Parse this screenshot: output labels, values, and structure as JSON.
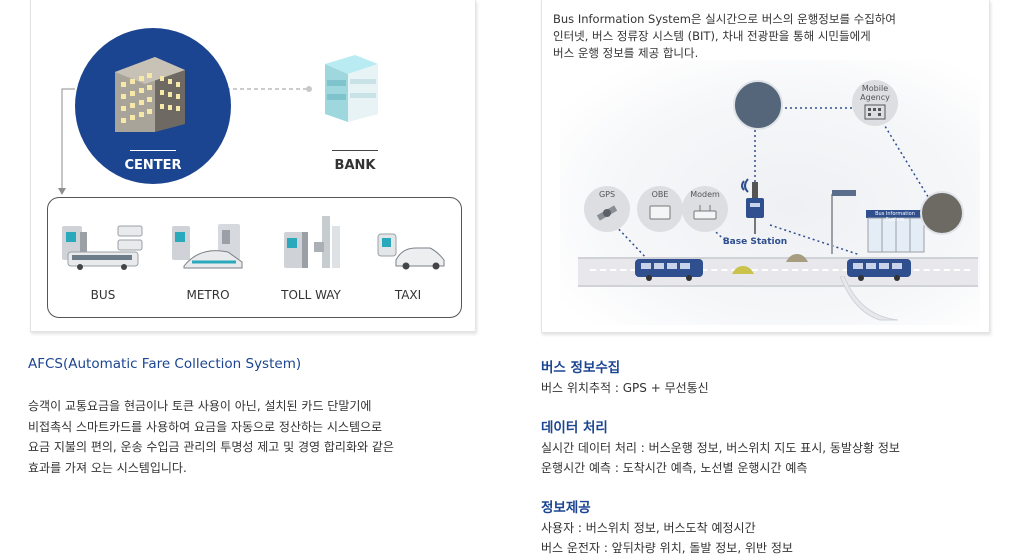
{
  "afc": {
    "center_label": "CENTER",
    "bank_label": "BANK",
    "modes": [
      {
        "label": "BUS"
      },
      {
        "label": "METRO"
      },
      {
        "label": "TOLL WAY"
      },
      {
        "label": "TAXI"
      }
    ],
    "title": "AFCS(Automatic Fare Collection System)",
    "description": [
      "승객이 교통요금을 현금이나 토큰 사용이 아닌, 설치된 카드 단말기에",
      "비접촉식 스마트카드를 사용하여 요금을 자동으로 정산하는 시스템으로",
      "요금 지불의 편의, 운송 수입금 관리의 투명성 제고 및 경영 합리화와 같은",
      "효과를 가져 오는 시스템입니다."
    ]
  },
  "bis": {
    "caption": [
      "Bus Information System은 실시간으로 버스의 운행정보를 수집하여",
      "인터넷, 버스 정류장  시스템 (BIT), 차내 전광판을 통해 시민들에게",
      "버스 운행 정보를 제공 합니다."
    ],
    "diagram": {
      "gps_label": "GPS",
      "obe_label": "OBE",
      "modem_label": "Modem",
      "base_station_label": "Base Station",
      "mobile_agency_label": "Mobile Agency",
      "stop_sign_label": "Bus Information System"
    },
    "sections": [
      {
        "title": "버스 정보수집",
        "lines": [
          "버스 위치추적 : GPS + 무선통신"
        ]
      },
      {
        "title": "데이터 처리",
        "lines": [
          "실시간 데이터 처리 : 버스운행 정보, 버스위치 지도 표시, 동발상황 정보",
          "운행시간 예측 : 도착시간 예측, 노선별 운행시간 예측"
        ]
      },
      {
        "title": "정보제공",
        "lines": [
          "사용자 : 버스위치 정보, 버스도착 예정시간",
          "버스 운전자 : 앞뒤차량 위치, 돌발 정보, 위반 정보"
        ]
      }
    ]
  },
  "colors": {
    "accent": "#1c4591",
    "text": "#333333"
  }
}
